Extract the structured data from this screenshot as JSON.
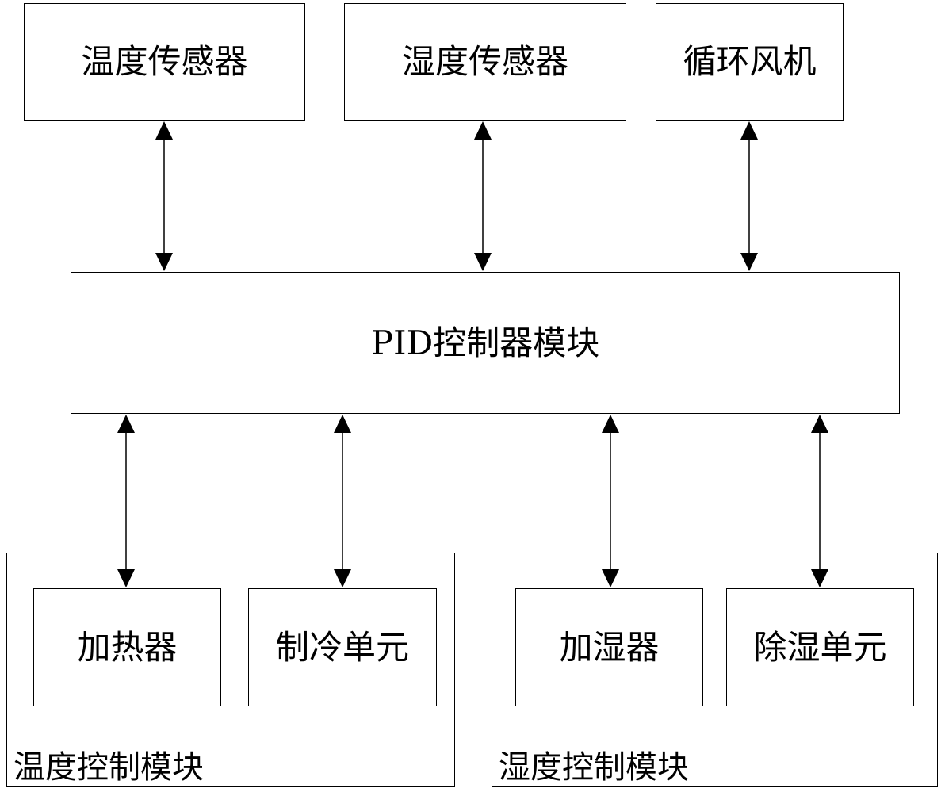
{
  "diagram": {
    "nodes": {
      "temp_sensor": "温度传感器",
      "humidity_sensor": "湿度传感器",
      "circulation_fan": "循环风机",
      "pid_controller": "PID控制器模块",
      "heater": "加热器",
      "cooling_unit": "制冷单元",
      "humidifier": "加湿器",
      "dehumidifier": "除湿单元"
    },
    "groups": {
      "temp_control": "温度控制模块",
      "humidity_control": "湿度控制模块"
    },
    "edges": [
      {
        "from": "temp_sensor",
        "to": "pid_controller",
        "direction": "bidirectional"
      },
      {
        "from": "humidity_sensor",
        "to": "pid_controller",
        "direction": "bidirectional"
      },
      {
        "from": "circulation_fan",
        "to": "pid_controller",
        "direction": "bidirectional"
      },
      {
        "from": "pid_controller",
        "to": "heater",
        "direction": "bidirectional"
      },
      {
        "from": "pid_controller",
        "to": "cooling_unit",
        "direction": "bidirectional"
      },
      {
        "from": "pid_controller",
        "to": "humidifier",
        "direction": "bidirectional"
      },
      {
        "from": "pid_controller",
        "to": "dehumidifier",
        "direction": "bidirectional"
      }
    ],
    "line_color": "#000000"
  }
}
